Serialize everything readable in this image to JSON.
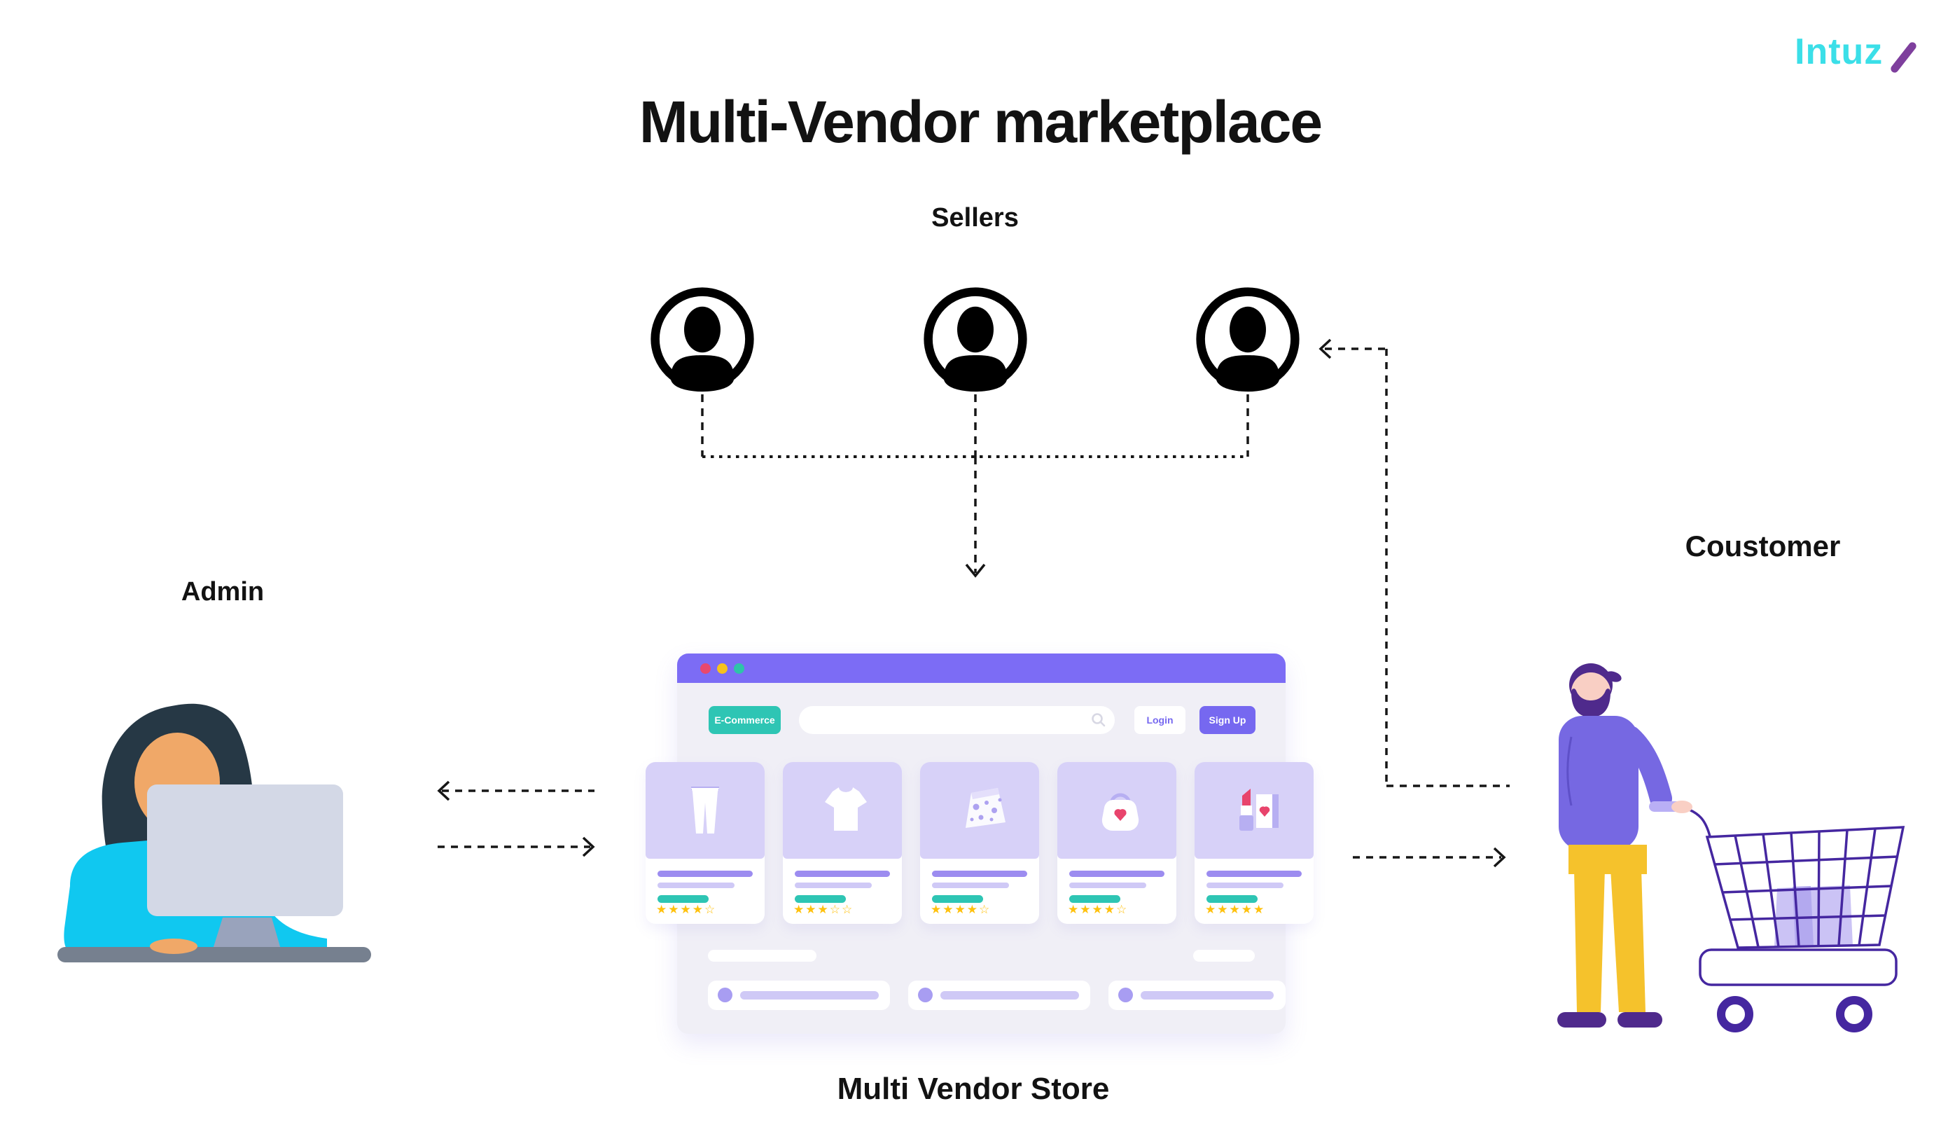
{
  "page": {
    "title": "Multi-Vendor marketplace"
  },
  "brand": {
    "logo_text": "Intuz",
    "logo_color": "#3BDFE8",
    "logo_accent": "#7E3F9D"
  },
  "actors": {
    "sellers_label": "Sellers",
    "admin_label": "Admin",
    "customer_label": "Coustomer",
    "store_label": "Multi Vendor Store"
  },
  "store": {
    "window_dots": [
      "#E8486E",
      "#F6C21D",
      "#2EC4A9"
    ],
    "nav": {
      "brand_button": "E-Commerce",
      "search_value": "",
      "login_label": "Login",
      "signup_label": "Sign Up"
    },
    "products": [
      {
        "item": "trousers",
        "rating": 4
      },
      {
        "item": "t-shirt",
        "rating": 3
      },
      {
        "item": "skirt",
        "rating": 4
      },
      {
        "item": "handbag",
        "rating": 4
      },
      {
        "item": "lipstick",
        "rating": 5
      }
    ]
  },
  "colors": {
    "titlebar_purple": "#7C6CF5",
    "accent_purple": "#7668F0",
    "teal": "#2EC5B4",
    "star_gold": "#FFC10D",
    "card_image_bg": "#D7D1F8",
    "store_body": "#F0EFF6",
    "placeholder_bar": "#9C8CF0",
    "placeholder_bar_light": "#CFC9F6",
    "arrow_black": "#161616",
    "admin_shirt_cyan": "#10C8F0",
    "customer_sweater_purple": "#7668E2",
    "customer_pants_yellow": "#F5C22C",
    "cart_outline_purple": "#4527A0",
    "heart_pink": "#E8446C"
  }
}
